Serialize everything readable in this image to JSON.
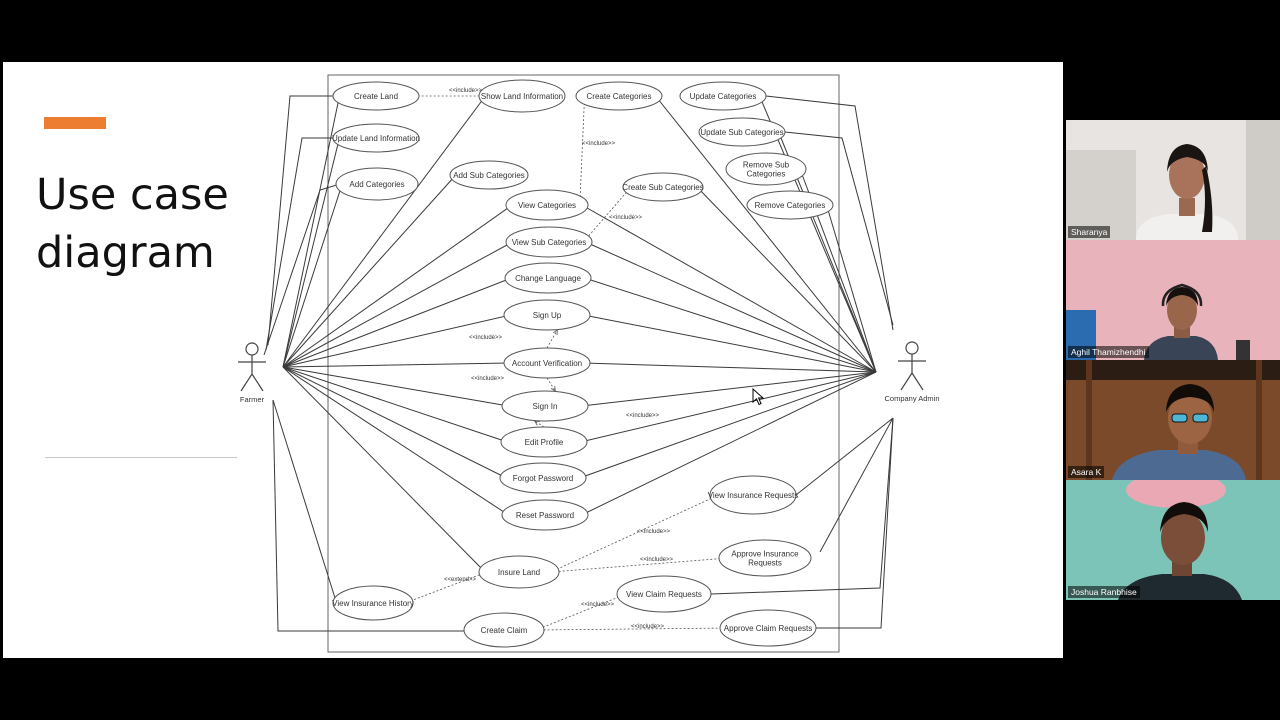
{
  "slide": {
    "title": "Use case\ndiagram",
    "accent_color": "#ed7d31"
  },
  "diagram": {
    "actors": [
      {
        "id": "farmer",
        "name": "Farmer"
      },
      {
        "id": "admin",
        "name": "Company Admin"
      }
    ],
    "use_cases": [
      {
        "id": "create_land",
        "label": "Create Land"
      },
      {
        "id": "show_land",
        "label": "Show Land Information"
      },
      {
        "id": "create_cat",
        "label": "Create Categories"
      },
      {
        "id": "update_cat",
        "label": "Update Categories"
      },
      {
        "id": "update_land",
        "label": "Update Land Information"
      },
      {
        "id": "update_sub",
        "label": "Update Sub Categories"
      },
      {
        "id": "add_cat",
        "label": "Add Categories"
      },
      {
        "id": "add_sub",
        "label": "Add Sub Categories"
      },
      {
        "id": "remove_sub",
        "label": "Remove Sub\nCategories"
      },
      {
        "id": "create_sub",
        "label": "Create Sub Categories"
      },
      {
        "id": "view_cat",
        "label": "View Categories"
      },
      {
        "id": "remove_cat",
        "label": "Remove Categories"
      },
      {
        "id": "view_sub",
        "label": "View Sub Categories"
      },
      {
        "id": "change_lang",
        "label": "Change Language"
      },
      {
        "id": "sign_up",
        "label": "Sign Up"
      },
      {
        "id": "acc_ver",
        "label": "Account Verification"
      },
      {
        "id": "sign_in",
        "label": "Sign In"
      },
      {
        "id": "edit_profile",
        "label": "Edit Profile"
      },
      {
        "id": "forgot_pw",
        "label": "Forgot Password"
      },
      {
        "id": "view_ins_req",
        "label": "View Insurance Requests"
      },
      {
        "id": "reset_pw",
        "label": "Reset Password"
      },
      {
        "id": "approve_ins",
        "label": "Approve Insurance\nRequests"
      },
      {
        "id": "insure_land",
        "label": "Insure Land"
      },
      {
        "id": "view_claim",
        "label": "View Claim Requests"
      },
      {
        "id": "view_ins_hist",
        "label": "View Insurance History"
      },
      {
        "id": "create_claim",
        "label": "Create Claim"
      },
      {
        "id": "approve_claim",
        "label": "Approve Claim Requests"
      }
    ],
    "relations": [
      {
        "from": "show_land",
        "to": "create_land",
        "label": "<<include>>"
      },
      {
        "from": "view_cat",
        "to": "create_cat",
        "label": "<<include>>"
      },
      {
        "from": "view_sub",
        "to": "create_sub",
        "label": "<<include>>"
      },
      {
        "from": "acc_ver",
        "to": "sign_up",
        "label": "<<include>>"
      },
      {
        "from": "acc_ver",
        "to": "sign_in",
        "label": "<<include>>"
      },
      {
        "from": "edit_profile",
        "to": "sign_in",
        "label": "<<include>>"
      },
      {
        "from": "view_ins_req",
        "to": "insure_land",
        "label": "<<include>>"
      },
      {
        "from": "approve_ins",
        "to": "insure_land",
        "label": "<<include>>"
      },
      {
        "from": "insure_land",
        "to": "view_ins_hist",
        "label": "<<extend>>"
      },
      {
        "from": "view_claim",
        "to": "create_claim",
        "label": "<<include>>"
      },
      {
        "from": "approve_claim",
        "to": "create_claim",
        "label": "<<include>>"
      }
    ]
  },
  "participants": [
    {
      "name": "Sharanya"
    },
    {
      "name": "Aghil Thamizhendhi"
    },
    {
      "name": "Asara K"
    },
    {
      "name": "Joshua Ranbhise"
    }
  ]
}
